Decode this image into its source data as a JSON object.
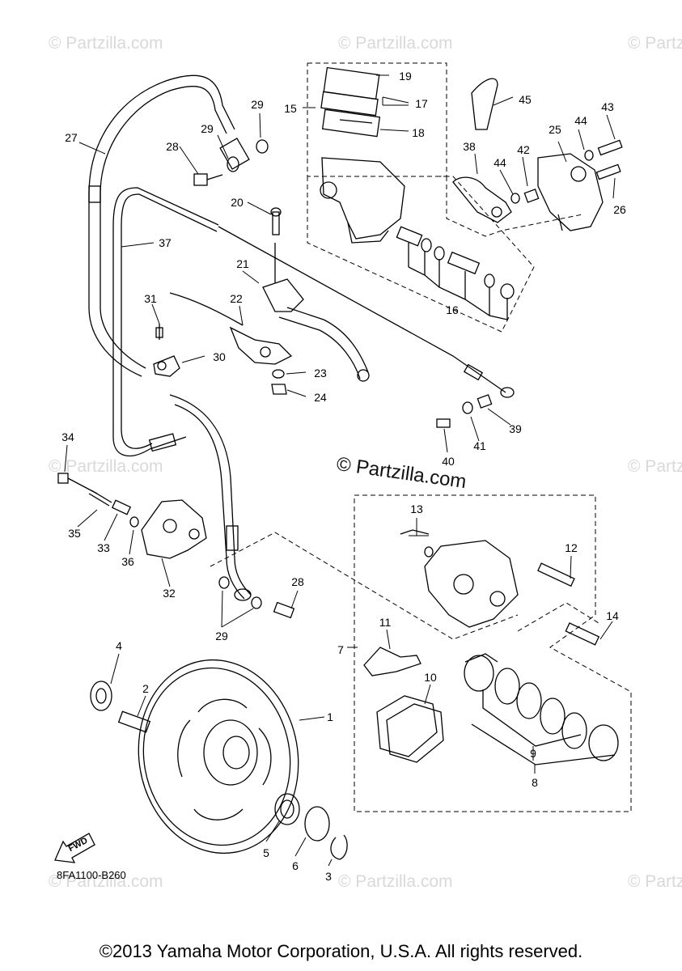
{
  "watermark": "© Partzilla.com",
  "center_watermark": "© Partzilla.com",
  "diagram_code": "8FA1100-B260",
  "fwd_label": "FWD",
  "copyright": "©2013 Yamaha Motor Corporation, U.S.A. All rights reserved.",
  "labels": [
    "1",
    "2",
    "3",
    "4",
    "5",
    "6",
    "7",
    "8",
    "9",
    "10",
    "11",
    "12",
    "13",
    "14",
    "15",
    "16",
    "17",
    "18",
    "19",
    "20",
    "21",
    "22",
    "23",
    "24",
    "25",
    "26",
    "27",
    "28",
    "28",
    "29",
    "29",
    "29",
    "30",
    "31",
    "32",
    "33",
    "34",
    "35",
    "36",
    "37",
    "38",
    "39",
    "40",
    "41",
    "42",
    "43",
    "44",
    "44",
    "45"
  ]
}
